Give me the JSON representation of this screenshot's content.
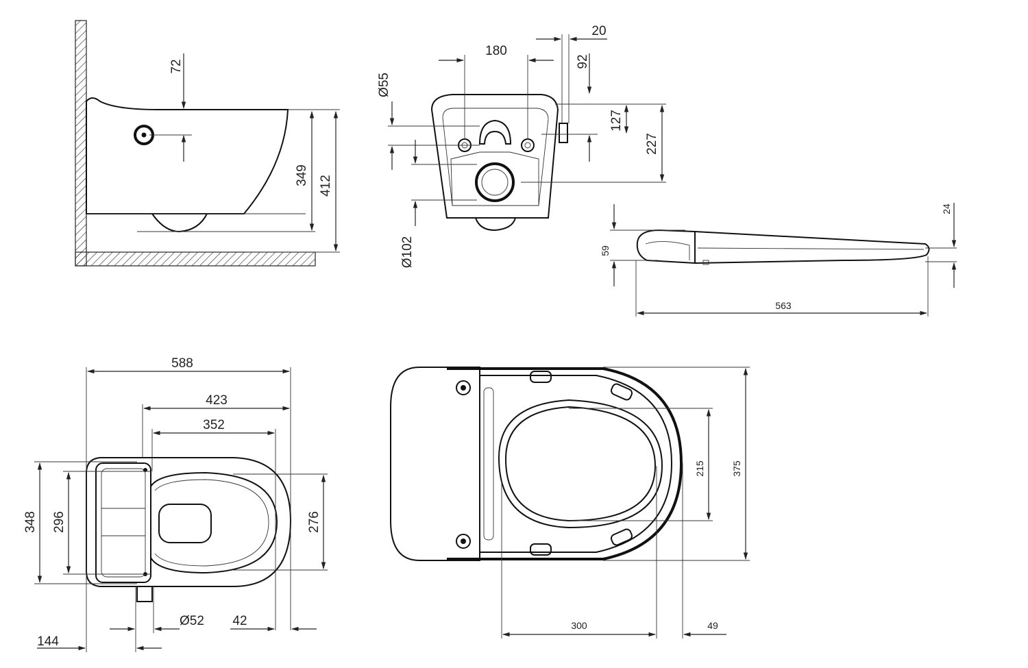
{
  "colors": {
    "line": "#222222",
    "background": "#ffffff"
  },
  "dimensions": {
    "side_wall_gap": "72",
    "side_rim_height": "349",
    "side_total_height": "412",
    "back_hole_spacing": "180",
    "back_offset": "20",
    "back_top_offset": "92",
    "back_inlet_diameter": "Ø55",
    "back_bolt_height": "127",
    "back_outlet_height": "227",
    "back_outlet_diameter": "Ø102",
    "seat_side_thickness": "59",
    "seat_tip_thickness": "24",
    "seat_side_length": "563",
    "top_total_length": "588",
    "top_length_423": "423",
    "top_length_352": "352",
    "top_total_width": "348",
    "top_width_296": "296",
    "top_width_276": "276",
    "top_inlet_diameter": "Ø52",
    "top_front_offset": "42",
    "top_inlet_offset": "144",
    "seat_top_width": "375",
    "seat_opening_width": "215",
    "seat_opening_length": "300",
    "seat_front_offset": "49"
  }
}
